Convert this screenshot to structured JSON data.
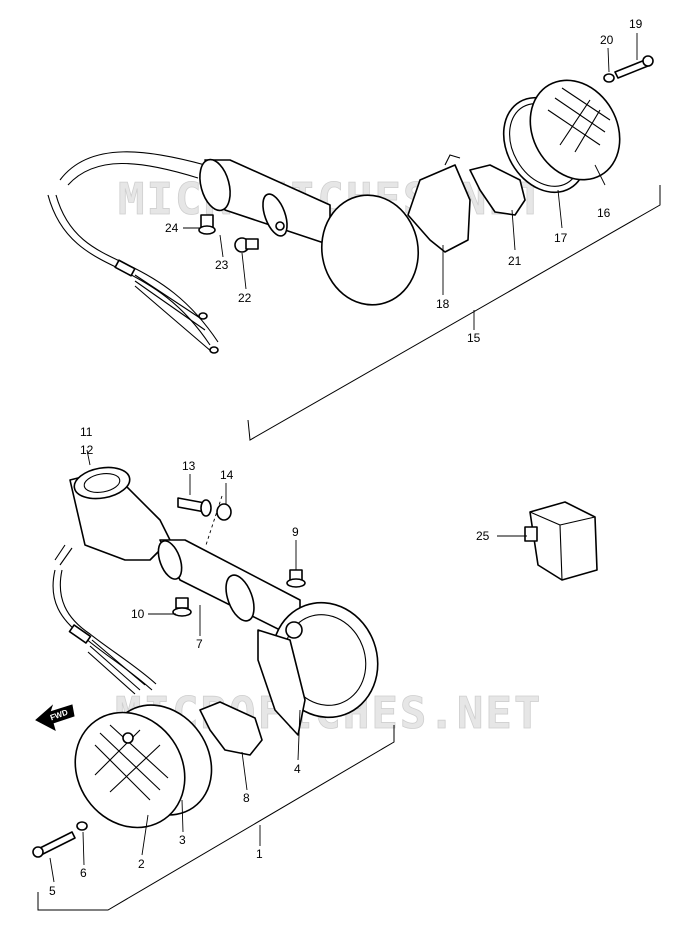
{
  "watermark": "MICROFICHES.NET",
  "fwd_label": "FWD",
  "callouts": {
    "c1": "1",
    "c2": "2",
    "c3": "3",
    "c4": "4",
    "c5": "5",
    "c6": "6",
    "c7": "7",
    "c8": "8",
    "c9": "9",
    "c10": "10",
    "c11": "11",
    "c12": "12",
    "c13": "13",
    "c14": "14",
    "c15": "15",
    "c16": "16",
    "c17": "17",
    "c18": "18",
    "c19": "19",
    "c20": "20",
    "c21": "21",
    "c22": "22",
    "c23": "23",
    "c24": "24",
    "c25": "25"
  },
  "icons": {
    "fwd": "fwd-arrow-icon"
  },
  "colors": {
    "line": "#000000",
    "watermark": "#e6e6e6",
    "background": "#ffffff"
  }
}
